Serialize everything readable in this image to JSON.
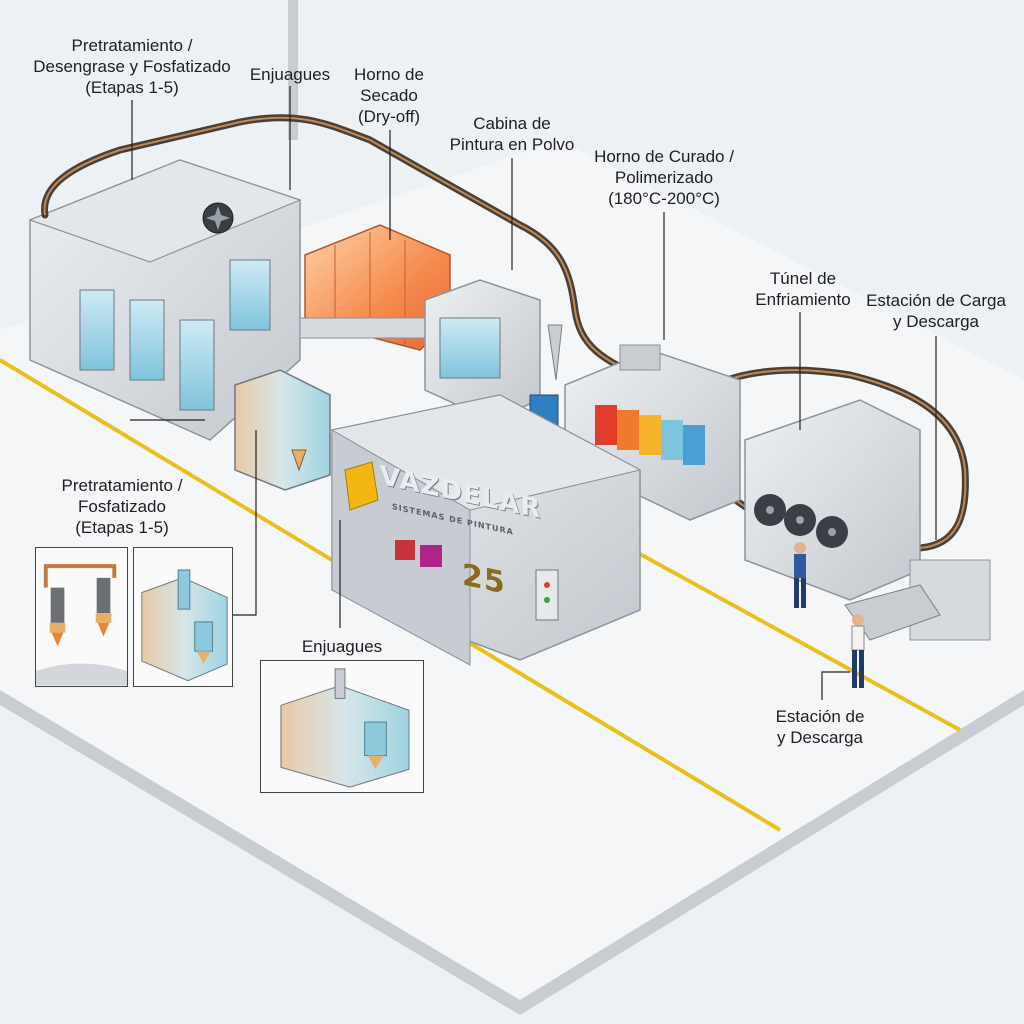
{
  "labels": {
    "pretreatment_top": "Pretratamiento /\nDesengrase y Fosfatizado\n(Etapas 1-5)",
    "rinses_top": "Enjuagues",
    "dry_off_oven": "Horno de\nSecado\n(Dry-off)",
    "powder_booth": "Cabina de\nPintura en Polvo",
    "curing_oven": "Horno de Curado /\nPolimerizado\n(180°C-200°C)",
    "cooling_tunnel": "Túnel de\nEnfriamiento",
    "load_station_right": "Estación de Carga\ny Descarga",
    "pretreatment_left": "Pretratamiento /\nFosfatizado\n(Etapas 1-5)",
    "rinses_bottom": "Enjuagues",
    "load_station_bottom": "Estación de\ny Descarga"
  },
  "brand": {
    "name": "VAZDELAR",
    "tagline": "SISTEMAS DE PINTURA",
    "anniversary": "25"
  },
  "colors": {
    "floor": "#f6f7f8",
    "floor_edge": "#c9cdd2",
    "safety_line": "#e7c21e",
    "steel": "#d3d7dc",
    "steel_dark": "#9aa1a9",
    "oven_hot": "#f58a4c",
    "conveyor": "#6b5a4a",
    "brand_yellow": "#f2b713"
  },
  "icons": [
    "fan-icon",
    "worker-icon",
    "spray-nozzle-icon",
    "cyclone-icon",
    "control-panel-icon"
  ]
}
